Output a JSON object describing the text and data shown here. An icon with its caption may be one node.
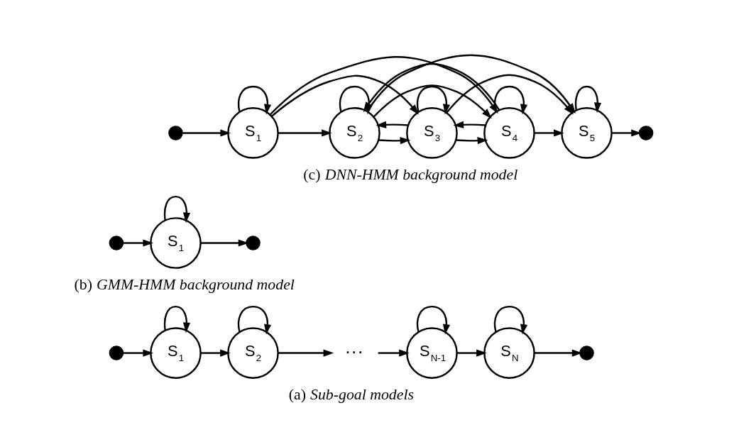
{
  "diagram": {
    "nodes": [
      {
        "text": [],
        "shape": "circle"
      },
      {
        "text": [
          "S$_{1}$"
        ]
      },
      {
        "text": [
          "S$_{2}$"
        ]
      },
      {
        "text": [
          "···"
        ]
      },
      {
        "text": [
          "S$_{N-1}$"
        ]
      },
      {
        "text": [
          "S$_{N}$"
        ]
      },
      {
        "text": [],
        "shape": "circle"
      },
      {
        "text": [],
        "shape": "circle"
      },
      {
        "text": [
          "S$_{1}$"
        ]
      },
      {
        "text": [],
        "shape": "circle"
      },
      {
        "text": [],
        "shape": "circle"
      },
      {
        "text": [
          "S$_{1}$"
        ]
      },
      {
        "text": [
          "S$_{2}$"
        ]
      },
      {
        "text": [
          "S$_{3}$"
        ]
      },
      {
        "text": [
          "S$_{4}$"
        ]
      },
      {
        "text": [
          "S$_{5}$"
        ]
      },
      {
        "text": [],
        "shape": "circle"
      }
    ],
    "edges": [
      {
        "from": 0,
        "to": 1,
        "arrow": "to"
      },
      {
        "from": 1,
        "to": 1,
        "arrow": "to"
      },
      {
        "from": 1,
        "to": 2,
        "arrow": "to"
      },
      {
        "from": 2,
        "to": 2,
        "arrow": "to"
      },
      {
        "from": 2,
        "to": 3,
        "arrow": "to"
      },
      {
        "from": 3,
        "to": 4,
        "arrow": "to"
      },
      {
        "from": 4,
        "to": 4,
        "arrow": "to"
      },
      {
        "from": 4,
        "to": 5,
        "arrow": "to"
      },
      {
        "from": 5,
        "to": 5,
        "arrow": "to"
      },
      {
        "from": 5,
        "to": 6,
        "arrow": "to"
      },
      {
        "from": 7,
        "to": 8,
        "arrow": "to"
      },
      {
        "from": 8,
        "to": 8,
        "arrow": "to"
      },
      {
        "from": 8,
        "to": 9,
        "arrow": "to"
      },
      {
        "from": 10,
        "to": 11,
        "arrow": "to"
      },
      {
        "from": 11,
        "to": 11,
        "arrow": "to"
      },
      {
        "from": 11,
        "to": 12,
        "arrow": "to"
      },
      {
        "from": 12,
        "to": 12,
        "arrow": "to"
      },
      {
        "from": 12,
        "to": 13,
        "arrow": "to"
      },
      {
        "from": 13,
        "to": 13,
        "arrow": "to"
      },
      {
        "from": 13,
        "to": 14,
        "arrow": "to"
      },
      {
        "from": 14,
        "to": 14,
        "arrow": "to"
      },
      {
        "from": 14,
        "to": 15,
        "arrow": "to"
      },
      {
        "from": 15,
        "to": 15,
        "arrow": "to"
      },
      {
        "from": 15,
        "to": 16,
        "arrow": "to"
      },
      {
        "from": 11,
        "to": 13,
        "arrow": "to"
      },
      {
        "from": 11,
        "to": 14,
        "arrow": "to"
      },
      {
        "from": 12,
        "to": 14,
        "arrow": "to"
      },
      {
        "from": 12,
        "to": 15,
        "arrow": "to"
      },
      {
        "from": 13,
        "to": 15,
        "arrow": "to"
      },
      {
        "from": 13,
        "to": 12,
        "arrow": "to"
      },
      {
        "from": 14,
        "to": 13,
        "arrow": "to"
      },
      {
        "from": 14,
        "to": 12,
        "arrow": "to"
      }
    ],
    "labels": [
      "(a) *Sub-goal models*",
      "(b) *GMM-HMM background model*",
      "(c) *DNN-HMM background model*"
    ]
  }
}
